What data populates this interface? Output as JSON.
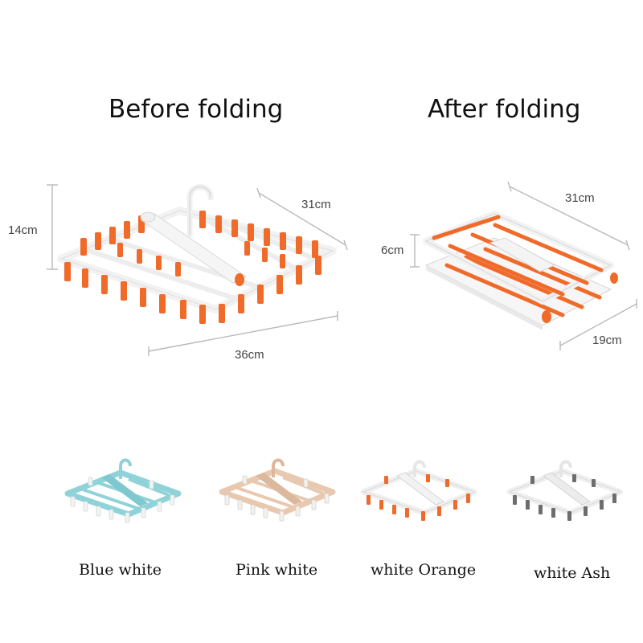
{
  "headings": {
    "before": "Before folding",
    "after": "After folding"
  },
  "dimensions": {
    "before_height": "14cm",
    "before_depth": "31cm",
    "before_width": "36cm",
    "after_depth": "31cm",
    "after_height": "6cm",
    "after_width": "19cm"
  },
  "variants": [
    {
      "label": "Blue white",
      "frame_color": "#8fd3d9",
      "clip_color": "#f3f4f2"
    },
    {
      "label": "Pink white",
      "frame_color": "#e8c9b0",
      "clip_color": "#f3f1ee"
    },
    {
      "label": "white Orange",
      "frame_color": "#f4f4f4",
      "clip_color": "#f06a2a"
    },
    {
      "label": "white Ash",
      "frame_color": "#f1f1f1",
      "clip_color": "#6d6d6d"
    }
  ],
  "colors": {
    "accent_orange": "#f06a2a",
    "frame_white": "#f4f4f4",
    "dimension_line": "#b9b9b9"
  }
}
